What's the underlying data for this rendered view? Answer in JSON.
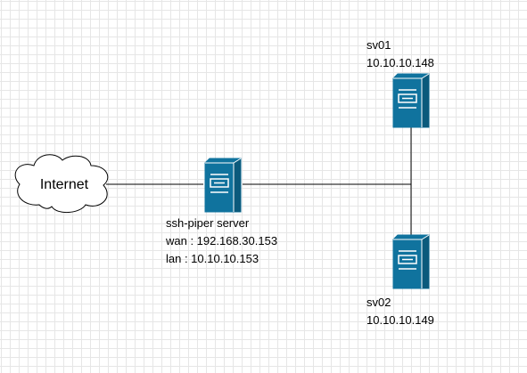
{
  "internet": {
    "label": "Internet"
  },
  "ssh_piper": {
    "name": "ssh-piper server",
    "wan": "wan : 192.168.30.153",
    "lan": "lan : 10.10.10.153"
  },
  "sv01": {
    "name": "sv01",
    "ip": "10.10.10.148"
  },
  "sv02": {
    "name": "sv02",
    "ip": "10.10.10.149"
  },
  "colors": {
    "server_body": "#10739e",
    "server_side": "#0b5a7c",
    "server_stroke": "#ffffff",
    "connector": "#000000",
    "cloud_stroke": "#000000",
    "cloud_fill": "#ffffff"
  },
  "icons": [
    "cloud-icon",
    "server-icon"
  ]
}
